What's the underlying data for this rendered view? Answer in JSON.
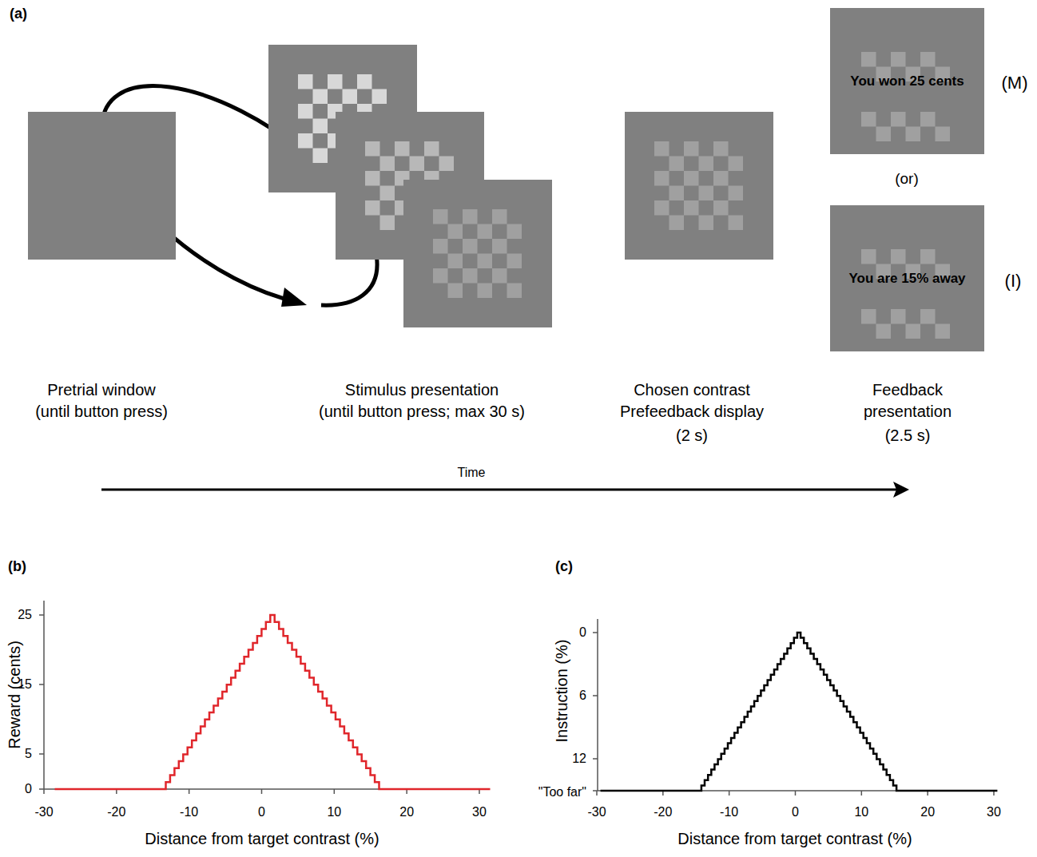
{
  "diagram": {
    "nodes": [
      {
        "text": [
          "You won 25 cents"
        ]
      },
      {
        "text": [
          "You are 15% away"
        ]
      }
    ],
    "labels": [
      "(a)",
      "(M)",
      "(or)",
      "(I)",
      "Pretrial window",
      "(until button press)",
      "Stimulus presentation",
      "(until button press; max 30 s)",
      "Chosen contrast",
      "Prefeedback display",
      "(2 s)",
      "Feedback",
      "presentation",
      "(2.5 s)",
      "Time",
      "(b)",
      "25",
      "15",
      "5",
      "0",
      "Reward (cents)",
      "-30",
      "-20",
      "-10",
      "0",
      "10",
      "20",
      "30",
      "Distance from target contrast (%)",
      "(c)",
      "0",
      "6",
      "12",
      "\"Too far\"",
      "Instruction (%)",
      "-30",
      "-20",
      "-10",
      "0",
      "10",
      "20",
      "30",
      "Distance from target contrast (%)"
    ]
  }
}
